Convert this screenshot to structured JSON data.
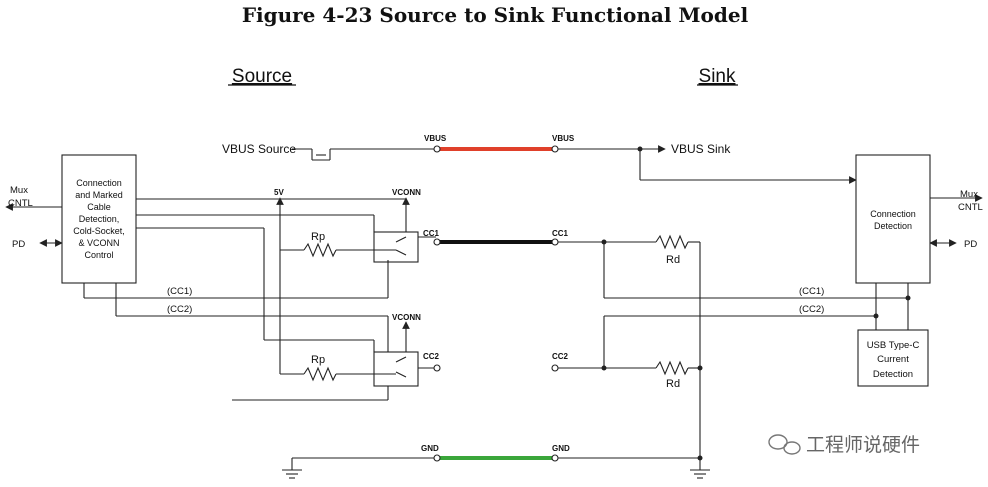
{
  "figure": {
    "title": "Figure 4-23  Source to Sink Functional Model"
  },
  "headers": {
    "source": "Source",
    "sink": "Sink"
  },
  "labels": {
    "vbus_source": "VBUS Source",
    "vbus_left": "VBUS",
    "vbus_right": "VBUS",
    "vbus_sink": "VBUS Sink",
    "five_v": "5V",
    "vconn_top": "VCONN",
    "vconn_bottom": "VCONN",
    "cc1_left": "CC1",
    "cc1_right": "CC1",
    "cc2_left": "CC2",
    "cc2_right": "CC2",
    "gnd_left": "GND",
    "gnd_right": "GND",
    "rp_top": "Rp",
    "rp_bottom": "Rp",
    "rd_top": "Rd",
    "rd_bottom": "Rd",
    "cc1_bus_left": "(CC1)",
    "cc2_bus_left": "(CC2)",
    "cc1_bus_right": "(CC1)",
    "cc2_bus_right": "(CC2)",
    "mux_left_1": "Mux",
    "mux_left_2": "CNTL",
    "pd_left": "PD",
    "mux_right_1": "Mux",
    "mux_right_2": "CNTL",
    "pd_right": "PD"
  },
  "blocks": {
    "source_control": [
      "Connection",
      "and Marked",
      "Cable",
      "Detection,",
      "Cold-Socket,",
      "& VCONN",
      "Control"
    ],
    "sink_detection": [
      "Connection",
      "Detection"
    ],
    "current_detection": [
      "USB Type-C",
      "Current",
      "Detection"
    ]
  },
  "watermark": {
    "text": "工程师说硬件"
  },
  "colors": {
    "vbus_cable": "#e0402a",
    "cc_cable": "#111111",
    "gnd_cable": "#3aa63a",
    "line": "#222222"
  }
}
